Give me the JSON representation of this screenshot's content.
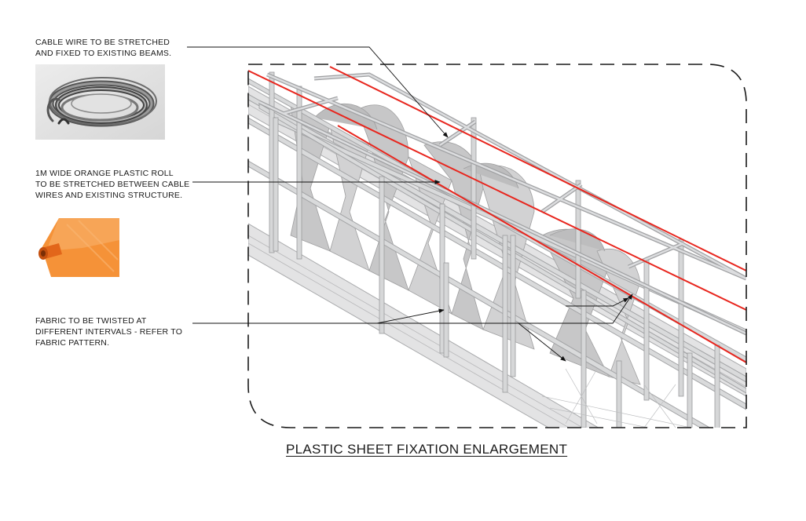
{
  "notes": {
    "cable": [
      "CABLE WIRE TO BE STRETCHED",
      "AND FIXED TO EXISTING BEAMS."
    ],
    "roll": [
      "1M WIDE ORANGE PLASTIC ROLL",
      "TO BE STRETCHED BETWEEN CABLE",
      "WIRES AND EXISTING STRUCTURE."
    ],
    "fabric": [
      "FABRIC TO BE TWISTED AT",
      "DIFFERENT INTERVALS - REFER TO",
      "FABRIC PATTERN."
    ]
  },
  "title": "PLASTIC SHEET FIXATION ENLARGEMENT",
  "colors": {
    "cable_red": "#e8261e",
    "steel": "#cfd0d2",
    "fabric": "#c9c9c9",
    "orange": "#f07a1e"
  },
  "icons": {
    "cable_photo": "coiled-steel-cable-image",
    "roll_photo": "orange-plastic-roll-image"
  }
}
